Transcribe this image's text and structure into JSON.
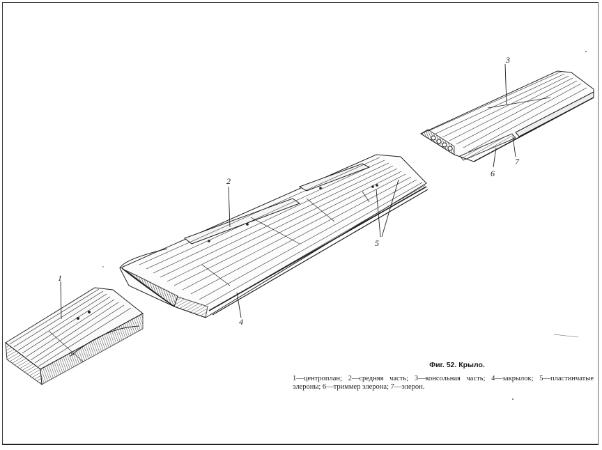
{
  "figure": {
    "title": "Фиг. 52. Крыло.",
    "legend_text": "1—центроплан; 2—средняя часть; 3—консольная часть; 4—закрылок; 5—пластинчатые элероны; 6—триммер элерона; 7—элерон."
  },
  "labels": {
    "l1": "1",
    "l2": "2",
    "l3": "3",
    "l4": "4",
    "l5": "5",
    "l6": "6",
    "l7": "7"
  },
  "colors": {
    "ink": "#1f1f1f",
    "paper": "#ffffff",
    "shade": "#4a4a4a"
  }
}
